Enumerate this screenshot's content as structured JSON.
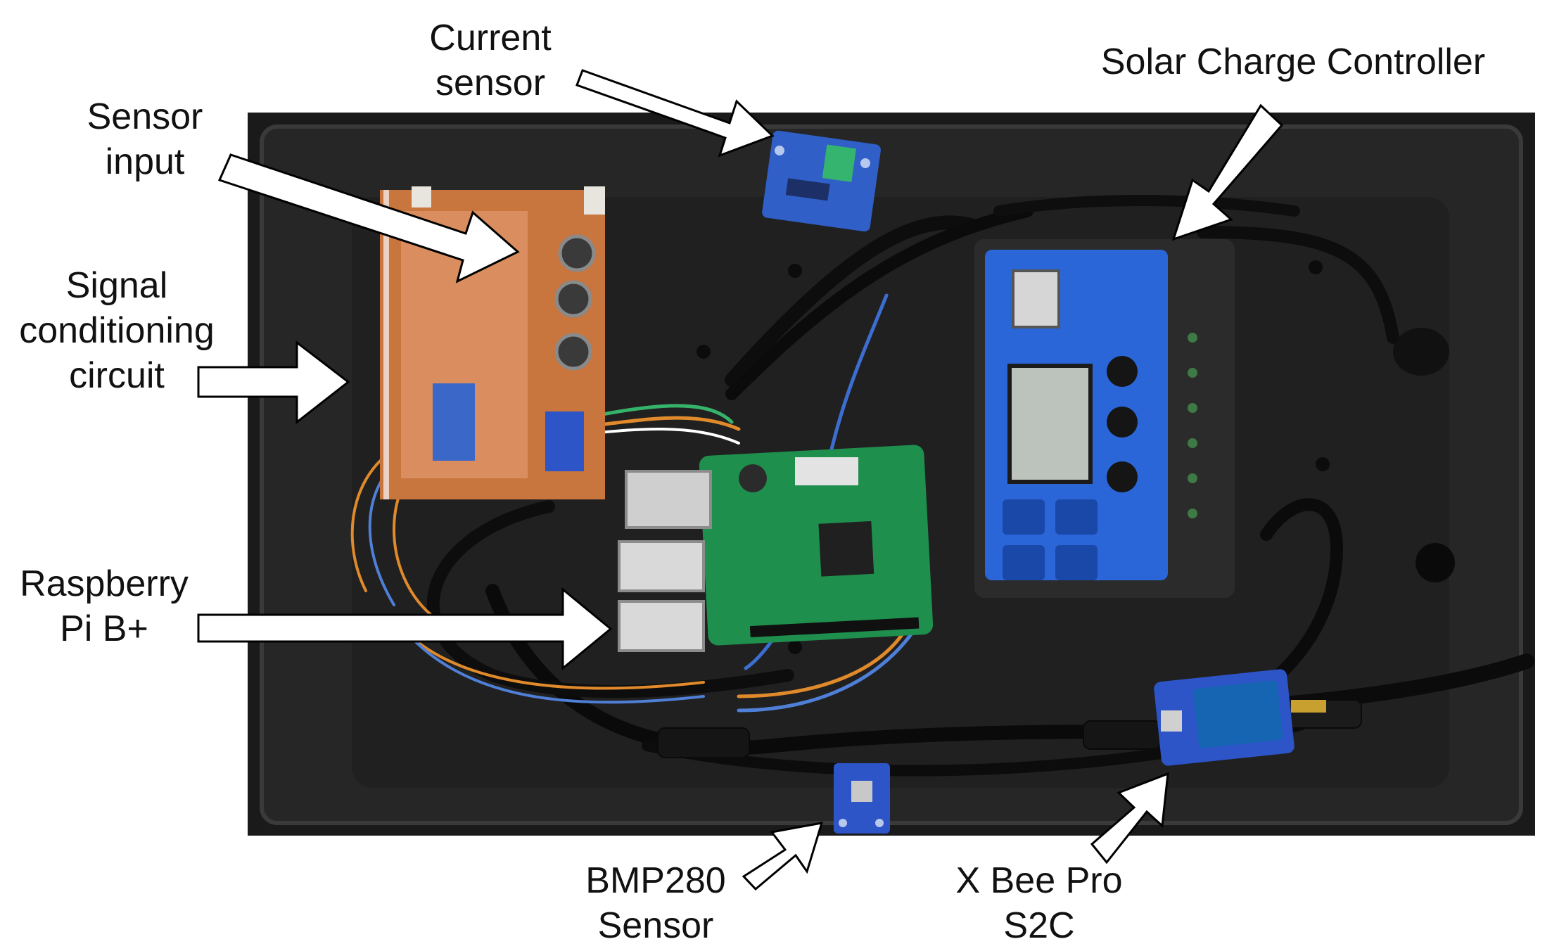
{
  "labels": {
    "current_sensor": [
      "Current",
      "sensor"
    ],
    "sensor_input": [
      "Sensor",
      "input"
    ],
    "signal_conditioning": [
      "Signal",
      "conditioning",
      "circuit"
    ],
    "raspberry_pi": [
      "Raspberry",
      "Pi B+"
    ],
    "solar_charge_controller": "Solar Charge Controller",
    "bmp280": [
      "BMP280",
      "Sensor"
    ],
    "xbee": [
      "X Bee Pro",
      "S2C"
    ]
  },
  "colors": {
    "enclosure": "#1c1c1c",
    "pcb": "#c8753e",
    "raspberry_pi_board": "#1f8f4e",
    "sensor_board": "#2f5fc7",
    "charge_controller_face": "#2a66d8",
    "charge_controller_body": "#2b2b2b",
    "arrow_fill": "#ffffff",
    "arrow_stroke": "#000000"
  }
}
